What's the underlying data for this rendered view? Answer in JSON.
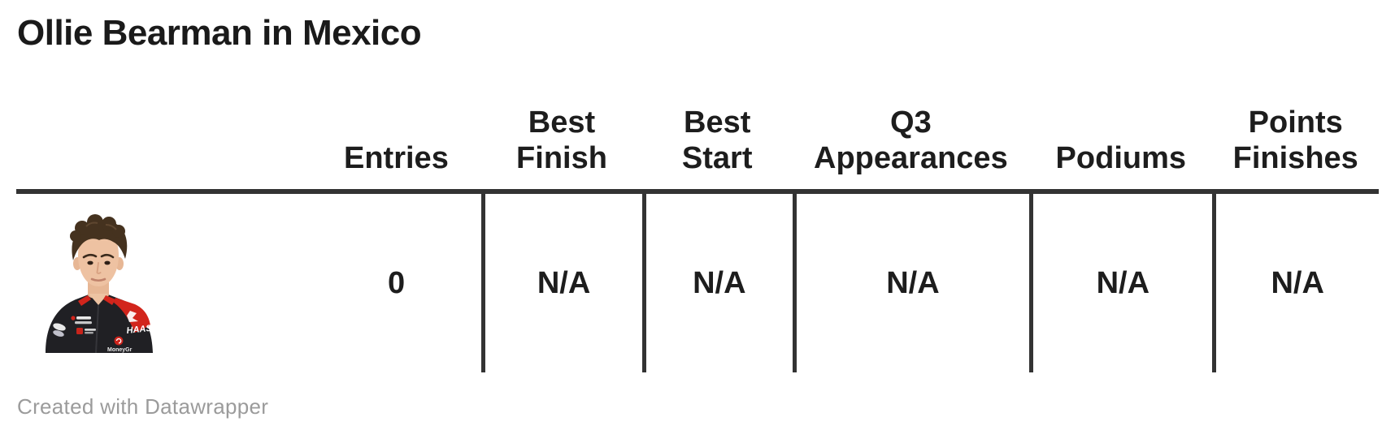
{
  "title": "Ollie Bearman in Mexico",
  "table": {
    "columns": [
      {
        "id": "driver",
        "label": ""
      },
      {
        "id": "entries",
        "label": "Entries"
      },
      {
        "id": "best_finish",
        "label": "Best\nFinish"
      },
      {
        "id": "best_start",
        "label": "Best\nStart"
      },
      {
        "id": "q3_appearances",
        "label": "Q3\nAppearances"
      },
      {
        "id": "podiums",
        "label": "Podiums"
      },
      {
        "id": "points_finishes",
        "label": "Points\nFinishes"
      }
    ],
    "row": {
      "driver": "Ollie Bearman portrait photo (Haas F1 race suit)",
      "entries": "0",
      "best_finish": "N/A",
      "best_start": "N/A",
      "q3_appearances": "N/A",
      "podiums": "N/A",
      "points_finishes": "N/A"
    }
  },
  "footer": {
    "credit": "Created with Datawrapper"
  },
  "colors": {
    "text": "#1d1d1d",
    "rule": "#333333",
    "credit_gray": "#9b9b9b",
    "background": "#ffffff",
    "suit_black": "#202024",
    "suit_red": "#d2251c"
  },
  "chart_data": {
    "type": "table",
    "title": "Ollie Bearman in Mexico",
    "columns": [
      "Entries",
      "Best Finish",
      "Best Start",
      "Q3 Appearances",
      "Podiums",
      "Points Finishes"
    ],
    "rows": [
      {
        "driver": "Ollie Bearman",
        "entries": "0",
        "best_finish": "N/A",
        "best_start": "N/A",
        "q3_appearances": "N/A",
        "podiums": "N/A",
        "points_finishes": "N/A"
      }
    ],
    "layout_hints": {
      "header_separator": "thick dark rule",
      "column_dividers": "vertical dark rules between stat columns in body row only",
      "value_alignment": "center"
    }
  }
}
